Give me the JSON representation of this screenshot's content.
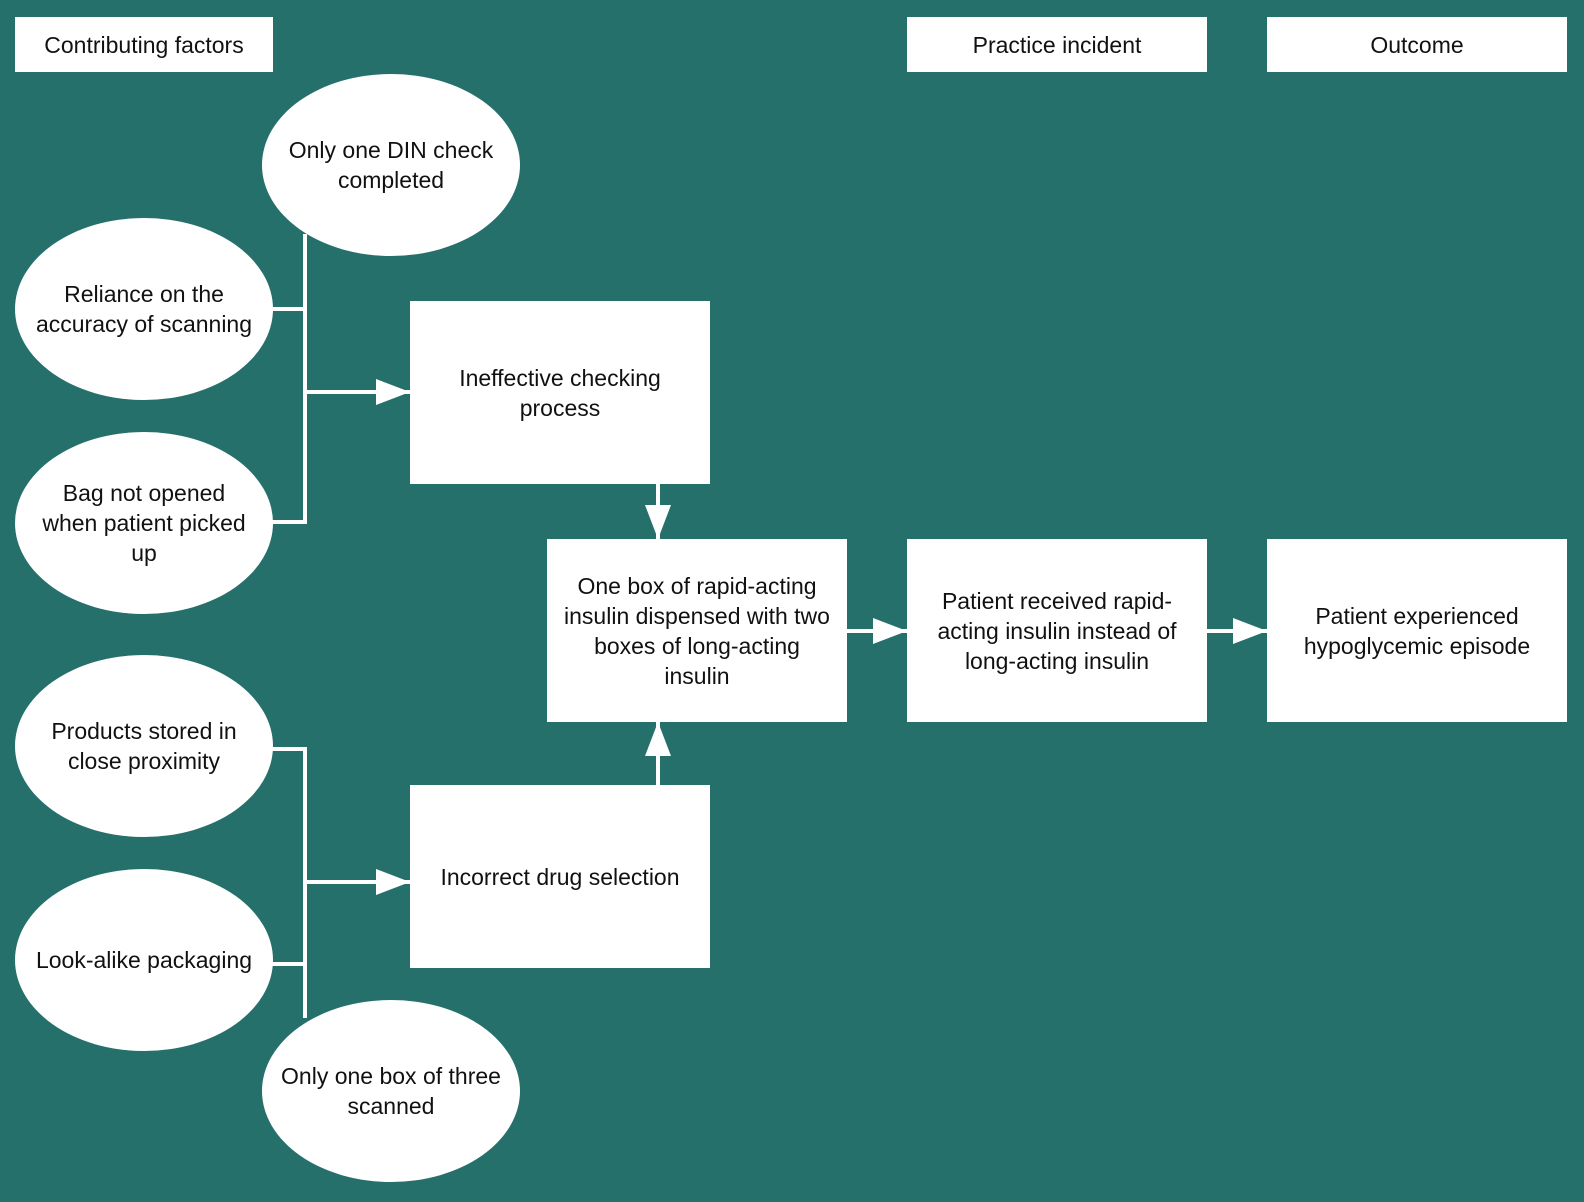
{
  "colors": {
    "background": "#26706c",
    "node_fill": "#ffffff",
    "connector": "#ffffff",
    "text": "#111111"
  },
  "headers": {
    "contributing": "Contributing factors",
    "incident": "Practice incident",
    "outcome": "Outcome"
  },
  "factors": {
    "din_check": "Only one DIN check completed",
    "scanning": "Reliance on the accuracy of scanning",
    "bag": "Bag not opened when patient picked up",
    "proximity": "Products stored in close proximity",
    "packaging": "Look-alike packaging",
    "scanned": "Only one box of three scanned"
  },
  "processes": {
    "checking": "Ineffective checking process",
    "selection": "Incorrect drug selection",
    "dispensed": "One box of rapid-acting insulin dispensed with two boxes of long-acting insulin"
  },
  "incident": {
    "received": "Patient received rapid-acting insulin instead of long-acting insulin"
  },
  "outcome": {
    "episode": "Patient experienced hypoglycemic episode"
  }
}
